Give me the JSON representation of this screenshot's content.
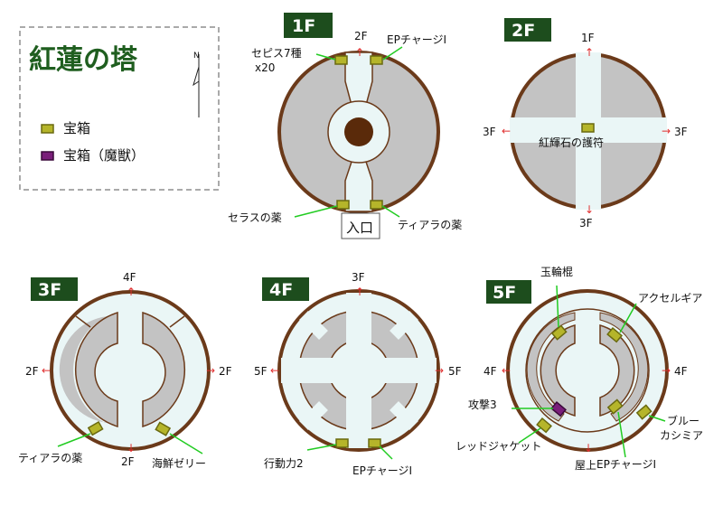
{
  "title": "紅蓮の塔",
  "compass": "N",
  "legend": [
    {
      "label": "宝箱",
      "color": "#b5b52a"
    },
    {
      "label": "宝箱（魔獣）",
      "color": "#7a1e7a"
    }
  ],
  "colors": {
    "floor_badge": "#1d4d1d",
    "wall": "#6b3a1a",
    "room": "#c3c3c3",
    "corridor": "#eaf6f6",
    "arrow": "#e03030",
    "pointer": "#22cc22"
  },
  "floors": {
    "f1": {
      "name": "1F",
      "exits": {
        "up": "2F"
      },
      "entrance": "入口",
      "items": {
        "sepis": "セピス7種",
        "sepis_qty": "x20",
        "ep": "EPチャージⅠ",
        "seras": "セラスの薬",
        "tiara": "ティアラの薬"
      }
    },
    "f2": {
      "name": "2F",
      "exits": {
        "up": "1F",
        "left": "3F",
        "right": "3F",
        "down": "3F"
      },
      "items": {
        "center": "紅輝石の護符"
      }
    },
    "f3": {
      "name": "3F",
      "exits": {
        "up": "4F",
        "left": "2F",
        "right": "2F",
        "down": "2F"
      },
      "items": {
        "tiara": "ティアラの薬",
        "seafood": "海鮮ゼリー"
      }
    },
    "f4": {
      "name": "4F",
      "exits": {
        "up": "3F",
        "left": "5F",
        "right": "5F"
      },
      "items": {
        "action": "行動力2",
        "ep": "EPチャージⅠ"
      }
    },
    "f5": {
      "name": "5F",
      "exits": {
        "left": "4F",
        "right": "4F",
        "down": "屋上"
      },
      "items": {
        "gyokurin": "玉輪棍",
        "accel": "アクセルギア",
        "attack": "攻撃3",
        "blue1": "ブルー",
        "blue2": "カシミア",
        "red": "レッドジャケット",
        "ep": "EPチャージⅠ"
      }
    }
  }
}
